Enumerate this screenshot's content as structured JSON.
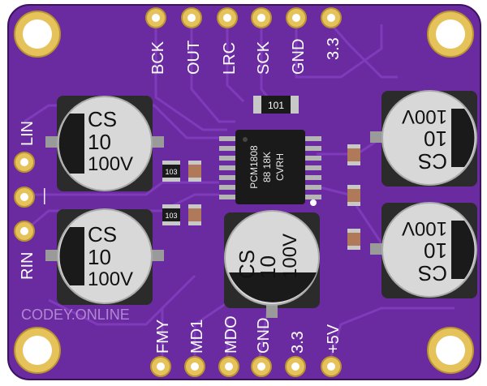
{
  "colors": {
    "pcb": "#6a2aa0",
    "pcb_dark": "#4d1877",
    "trace": "#7e3ab8",
    "silk": "#ffffff",
    "pad_gold": "#d7b24a",
    "cap_body": "#d8d8d8",
    "cap_dark": "#1c1c1c",
    "ic": "#1a1a1a"
  },
  "top_pins": [
    "BCK",
    "OUT",
    "LRC",
    "SCK",
    "GND",
    "3.3"
  ],
  "bottom_pins": [
    "FMY",
    "MD1",
    "MDO",
    "GND",
    "3.3",
    "+5V"
  ],
  "left_pins": [
    "LIN",
    "—",
    "RIN"
  ],
  "capacitors": [
    {
      "l1": "CS",
      "l2": "10",
      "l3": "100V"
    },
    {
      "l1": "CS",
      "l2": "10",
      "l3": "100V"
    },
    {
      "l1": "CS",
      "l2": "10",
      "l3": "100V"
    },
    {
      "l1": "CS",
      "l2": "10",
      "l3": "100V"
    },
    {
      "l1": "CS",
      "l2": "10",
      "l3": "100V"
    }
  ],
  "resistors": [
    "103",
    "103",
    "101"
  ],
  "chip": {
    "line1": "PCM1808",
    "line2": "88 18K",
    "line3": "CVRH"
  },
  "watermark": "CODEY.ONLINE",
  "icons": [
    "mounting-hole-icon",
    "electrolytic-capacitor-icon",
    "smd-resistor-icon",
    "ic-chip-icon"
  ]
}
